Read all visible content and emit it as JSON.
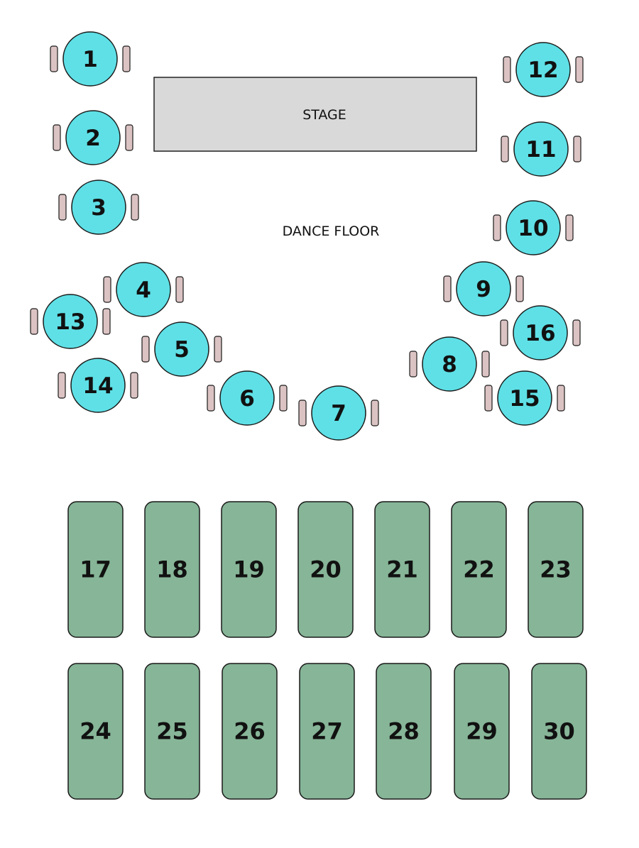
{
  "stage": {
    "label": "STAGE"
  },
  "dance_floor": {
    "label": "DANCE FLOOR"
  },
  "colors": {
    "round_table": "#5ee0e6",
    "chair": "#dcc3c3",
    "long_table": "#86b597",
    "stage": "#d9d9d9"
  },
  "round_tables": [
    {
      "label": "1"
    },
    {
      "label": "2"
    },
    {
      "label": "3"
    },
    {
      "label": "4"
    },
    {
      "label": "5"
    },
    {
      "label": "6"
    },
    {
      "label": "7"
    },
    {
      "label": "8"
    },
    {
      "label": "9"
    },
    {
      "label": "10"
    },
    {
      "label": "11"
    },
    {
      "label": "12"
    },
    {
      "label": "13"
    },
    {
      "label": "14"
    },
    {
      "label": "15"
    },
    {
      "label": "16"
    }
  ],
  "long_tables": [
    {
      "label": "17"
    },
    {
      "label": "18"
    },
    {
      "label": "19"
    },
    {
      "label": "20"
    },
    {
      "label": "21"
    },
    {
      "label": "22"
    },
    {
      "label": "23"
    },
    {
      "label": "24"
    },
    {
      "label": "25"
    },
    {
      "label": "26"
    },
    {
      "label": "27"
    },
    {
      "label": "28"
    },
    {
      "label": "29"
    },
    {
      "label": "30"
    }
  ]
}
